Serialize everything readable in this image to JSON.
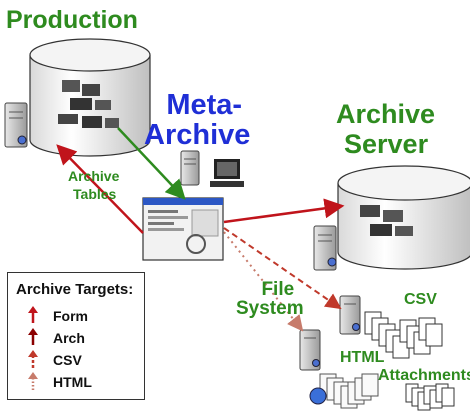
{
  "labels": {
    "production": "Production",
    "meta_line1": "Meta-",
    "meta_line2": "Archive",
    "archive_server_line1": "Archive",
    "archive_server_line2": "Server",
    "archive_tables_line1": "Archive",
    "archive_tables_line2": "Tables",
    "file_system_line1": "File",
    "file_system_line2": "System",
    "csv": "CSV",
    "html": "HTML",
    "attachments": "Attachments"
  },
  "legend": {
    "title": "Archive Targets:",
    "items": [
      {
        "label": "Form",
        "style": "solid",
        "color": "#c0141b"
      },
      {
        "label": "Arch",
        "style": "solid",
        "color": "#8b0000"
      },
      {
        "label": "CSV",
        "style": "dashed",
        "color": "#c0392b"
      },
      {
        "label": "HTML",
        "style": "dotted",
        "color": "#c77b6b"
      }
    ]
  },
  "colors": {
    "green_label": "#2e8b1f",
    "blue_label": "#1f2fd6",
    "green_arrow": "#2e8b1f",
    "red_arrow": "#c0141b",
    "dashed_arrow": "#c0392b",
    "dotted_arrow": "#c77b6b"
  }
}
